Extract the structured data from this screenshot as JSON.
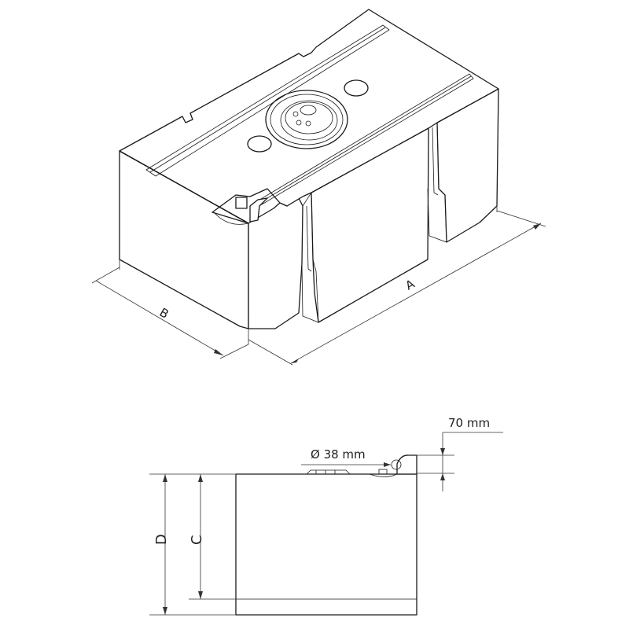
{
  "iso_view": {
    "dim_a_label": "A",
    "dim_b_label": "B"
  },
  "side_view": {
    "dim_c_label": "C",
    "dim_d_label": "D",
    "fitting_height_label": "70 mm",
    "fitting_diameter_label": "Ø 38 mm"
  }
}
